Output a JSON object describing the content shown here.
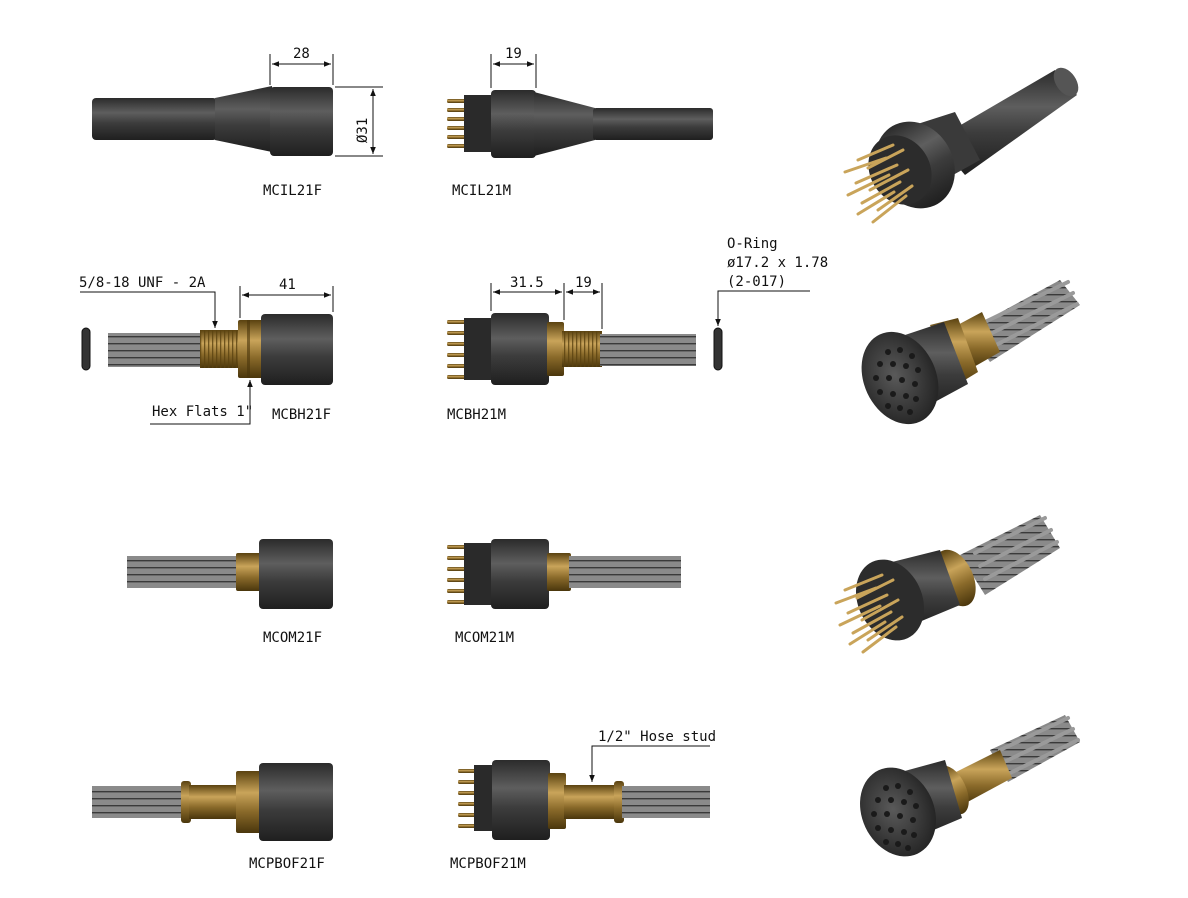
{
  "labels": {
    "mcil_f": "MCIL21F",
    "mcil_m": "MCIL21M",
    "mcbh_f": "MCBH21F",
    "mcbh_m": "MCBH21M",
    "mcom_f": "MCOM21F",
    "mcom_m": "MCOM21M",
    "mcpbof_f": "MCPBOF21F",
    "mcpbof_m": "MCPBOF21M"
  },
  "dimensions": {
    "mcil_f_length": "28",
    "mcil_diameter": "Ø31",
    "mcil_m_length": "19",
    "mcbh_f_length": "41",
    "mcbh_thread": "5/8-18 UNF - 2A",
    "mcbh_hex": "Hex Flats 1\"",
    "mcbh_m_length_a": "31.5",
    "mcbh_m_length_b": "19",
    "oring_line1": "O-Ring",
    "oring_line2": "ø17.2 x 1.78",
    "oring_line3": "(2-017)",
    "hose_stud": "1/2\" Hose stud"
  },
  "colors": {
    "rubber": "#3a3a3a",
    "rubber_light": "#5c5c5c",
    "brass": "#8a6a2a",
    "brass_light": "#c9a45a",
    "cable": "#6e6e6e",
    "line": "#111111"
  }
}
